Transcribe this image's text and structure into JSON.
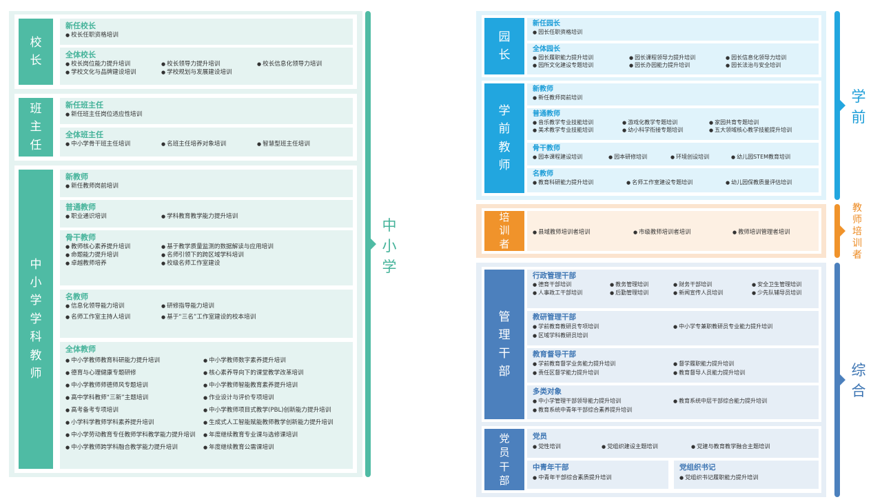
{
  "left": {
    "side_label": "中小学",
    "principal": {
      "label": "校长",
      "new": {
        "title": "新任校长",
        "items": [
          "校长任职资格培训"
        ]
      },
      "all": {
        "title": "全体校长",
        "items": [
          "校长岗位能力提升培训",
          "校长领导力提升培训",
          "校长信息化领导力培训",
          "学校文化与品牌建设培训",
          "学校规划与发展建设培训"
        ]
      }
    },
    "headteacher": {
      "label": "班主任",
      "new": {
        "title": "新任班主任",
        "items": [
          "新任班主任岗位适应性培训"
        ]
      },
      "all": {
        "title": "全体班主任",
        "items": [
          "中小学骨干班主任培训",
          "名班主任培养对象培训",
          "智慧型班主任培训"
        ]
      }
    },
    "subject": {
      "label": "中小学学科教师",
      "new": {
        "title": "新教师",
        "items": [
          "新任教师岗前培训"
        ]
      },
      "normal": {
        "title": "普通教师",
        "items": [
          "职业通识培训",
          "学科教育教学能力提升培训"
        ]
      },
      "backbone": {
        "title": "骨干教师",
        "items": [
          "教师核心素养提升培训",
          "基于教学质量监测的数据解读与应用培训",
          "命题能力提升培训",
          "名师引领下的跨区域学科培训",
          "卓越教师培养",
          "校级名师工作室建设"
        ]
      },
      "famous": {
        "title": "名教师",
        "items": [
          "信息化领导能力培训",
          "研修指导能力培训",
          "名师工作室主持人培训",
          "基于“三名”工作室建设的校本培训"
        ]
      },
      "all": {
        "title": "全体教师",
        "items": [
          "中小学教师教育科研能力提升培训",
          "中小学教师数字素养提升培训",
          "德育与心理健康专题研修",
          "核心素养导向下的课堂教学改革培训",
          "中小学教师师德师风专题培训",
          "中小学教师智能教育素养提升培训",
          "高中学科教师“三新”主题培训",
          "作业设计与评价专项培训",
          "高考备考专项培训",
          "中小学教师项目式教学(PBL)创新能力提升培训",
          "小学科学教师学科素养提升培训",
          "生成式人工智能赋能教师教学创新能力提升培训",
          "中小学劳动教育专任教师学科教学能力提升培训",
          "年度继续教育专业课与选修课培训",
          "中小学教师跨学科融合教学能力提升培训",
          "年度继续教育公需课培训"
        ]
      }
    }
  },
  "right": {
    "preschool": {
      "side_label": "学前",
      "director": {
        "label": "园长",
        "new": {
          "title": "新任园长",
          "items": [
            "园长任职资格培训"
          ]
        },
        "all": {
          "title": "全体园长",
          "items": [
            "园长履职能力提升培训",
            "园长课程领导力提升培训",
            "园长信息化领导力培训",
            "园所文化建设专题培训",
            "园长办园能力提升培训",
            "园长法治与安全培训"
          ]
        }
      },
      "teacher": {
        "label": "学前教师",
        "new": {
          "title": "新教师",
          "items": [
            "新任教师岗前培训"
          ]
        },
        "normal": {
          "title": "普通教师",
          "items": [
            "音乐教学专业技能培训",
            "游戏化教学专题培训",
            "家园共育专题培训",
            "美术教学专业技能培训",
            "幼小科学衔接专题培训",
            "五大领域核心教学技能提升培训"
          ]
        },
        "backbone": {
          "title": "骨干教师",
          "items": [
            "园本课程建设培训",
            "园本研修培训",
            "环境创设培训",
            "幼儿园STEM教育培训"
          ]
        },
        "famous": {
          "title": "名教师",
          "items": [
            "教育科研能力提升培训",
            "名师工作室建设专题培训",
            "幼儿园保教质量评估培训"
          ]
        }
      }
    },
    "trainer": {
      "side_label": "教师培训者",
      "label": "培训者",
      "items": [
        "县域教师培训者培训",
        "市级教师培训者培训",
        "教师培训管理者培训"
      ]
    },
    "comprehensive": {
      "side_label": "综合",
      "mgmt": {
        "label": "管理干部",
        "admin": {
          "title": "行政管理干部",
          "items": [
            "德育干部培训",
            "教务管理培训",
            "财务干部培训",
            "安全卫生管理培训",
            "人事政工干部培训",
            "后勤管理培训",
            "新闻宣传人员培训",
            "少先队辅导员培训"
          ]
        },
        "research": {
          "title": "教研管理干部",
          "items": [
            "学前教育教研员专项培训",
            "中小学专兼职教研员专业能力提升培训",
            "区域学科教研员培训"
          ]
        },
        "supervision": {
          "title": "教育督导干部",
          "items": [
            "学前教育督学业务能力提升培训",
            "督学履职能力提升培训",
            "责任区督学能力提升培训",
            "教育督导人员能力提升培训"
          ]
        },
        "multi": {
          "title": "多类对象",
          "items": [
            "中小学管理干部领导能力提升培训",
            "教育系统中层干部综合能力提升培训",
            "教育系统中青年干部综合素养提升培训"
          ]
        }
      },
      "party": {
        "label": "党员干部",
        "member": {
          "title": "党员",
          "items": [
            "党性培训",
            "党组织建设主题培训",
            "党建与教育教学融合主题培训"
          ]
        },
        "youth": {
          "title": "中青年干部",
          "items": [
            "中青年干部综合素质提升培训"
          ]
        },
        "secretary": {
          "title": "党组织书记",
          "items": [
            "党组织书记履职能力提升培训"
          ]
        }
      }
    }
  }
}
